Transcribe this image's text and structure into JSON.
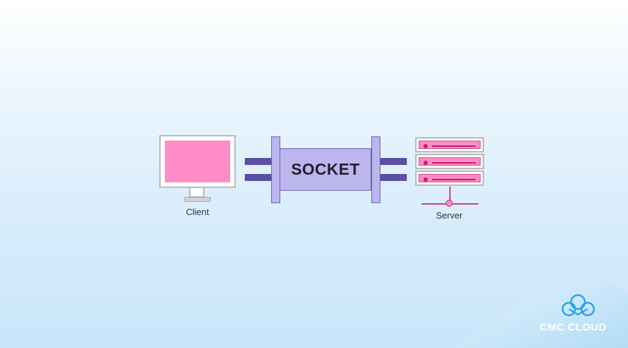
{
  "diagram": {
    "client": {
      "label": "Client"
    },
    "socket": {
      "label": "SOCKET"
    },
    "server": {
      "label": "Server"
    }
  },
  "brand": {
    "name": "CMC CLOUD",
    "accent": "#5b4fa3",
    "highlight": "#ff8cc6",
    "logo_color": "#2aa3e6"
  }
}
